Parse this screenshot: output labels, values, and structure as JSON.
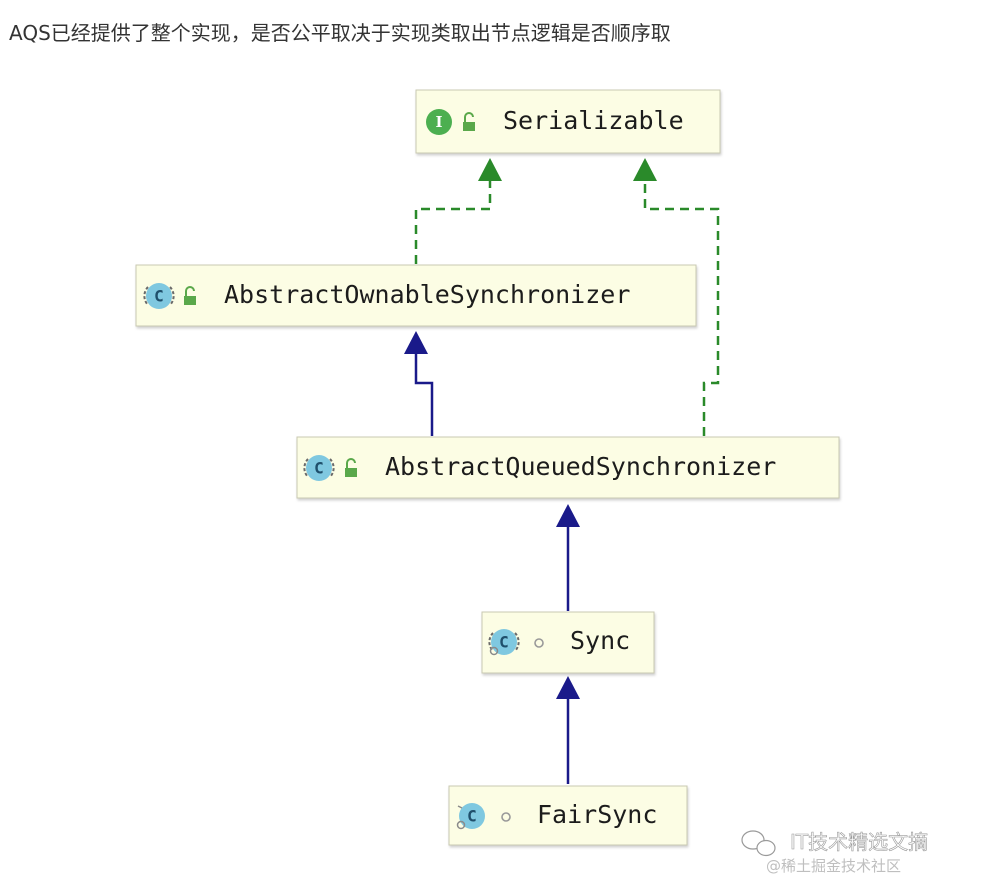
{
  "caption": "AQS已经提供了整个实现，是否公平取决于实现类取出节点逻辑是否顺序取",
  "diagram": {
    "nodes": [
      {
        "id": "serializable",
        "label": "Serializable",
        "kind": "interface",
        "visibility": "public"
      },
      {
        "id": "aos",
        "label": "AbstractOwnableSynchronizer",
        "kind": "abstract-class",
        "visibility": "public"
      },
      {
        "id": "aqs",
        "label": "AbstractQueuedSynchronizer",
        "kind": "abstract-class",
        "visibility": "public"
      },
      {
        "id": "sync",
        "label": "Sync",
        "kind": "abstract-class",
        "visibility": "package-private"
      },
      {
        "id": "fairsync",
        "label": "FairSync",
        "kind": "class",
        "visibility": "package-private"
      }
    ],
    "edges": [
      {
        "from": "aos",
        "to": "serializable",
        "type": "implements"
      },
      {
        "from": "aqs",
        "to": "serializable",
        "type": "implements"
      },
      {
        "from": "aqs",
        "to": "aos",
        "type": "extends"
      },
      {
        "from": "sync",
        "to": "aqs",
        "type": "extends"
      },
      {
        "from": "fairsync",
        "to": "sync",
        "type": "extends"
      }
    ],
    "icons": {
      "interface": "I",
      "class": "C"
    },
    "colors": {
      "implements_edge": "#2a8a2a",
      "extends_edge": "#1a1a8a",
      "node_fill": "#fcfde4",
      "interface_icon": "#4caf50",
      "class_icon": "#7fc8e0",
      "lock_icon": "#5aa84a"
    }
  },
  "watermark": {
    "line1": "IT技术精选文摘",
    "line2": "@稀土掘金技术社区"
  }
}
